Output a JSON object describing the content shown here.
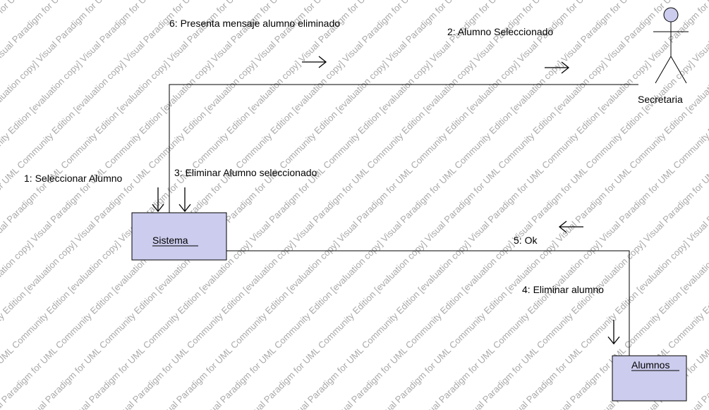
{
  "watermark": {
    "text": "Visual Paradigm for UML Community Edition [evaluation copy]",
    "color": "#a9a9a9"
  },
  "colors": {
    "object_fill": "#ccccee",
    "line": "#000000"
  },
  "objects": {
    "sistema": "Sistema",
    "alumnos": "Alumnos"
  },
  "actor": {
    "name": "Secretaria"
  },
  "messages": {
    "m1": "1: Seleccionar Alumno",
    "m2": "2: Alumno Seleccionado",
    "m3": "3: Eliminar Alumno seleccionado",
    "m4": "4: Eliminar alumno",
    "m5": "5: Ok",
    "m6": "6: Presenta mensaje alumno eliminado"
  }
}
